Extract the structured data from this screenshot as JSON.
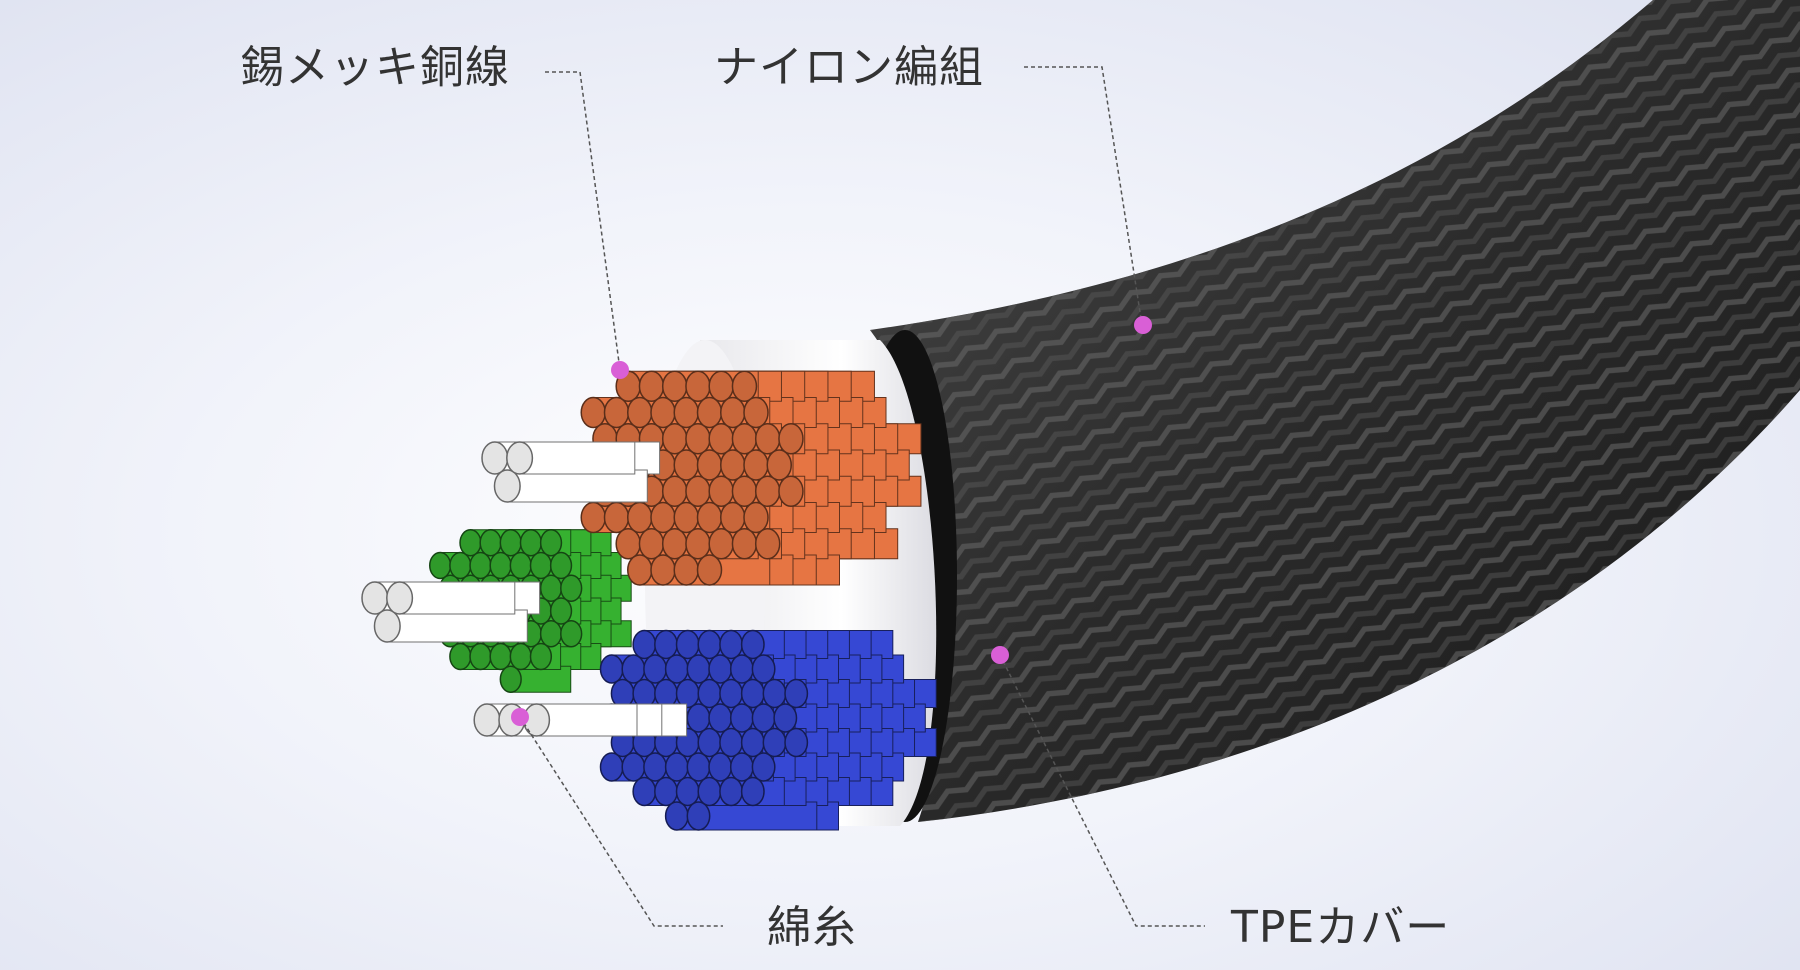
{
  "labels": {
    "tinned_copper": "錫メッキ銅線",
    "nylon_braid": "ナイロン編組",
    "cotton_yarn": "綿糸",
    "tpe_cover": "TPEカバー"
  },
  "colors": {
    "marker": "#d95fd6",
    "copper": "#c8663a",
    "blue": "#2f3fb8",
    "green": "#2f9a2a",
    "cotton": "#e4e4e4",
    "braid": "#2b2b2b",
    "tpe": "#f6f6f8"
  }
}
